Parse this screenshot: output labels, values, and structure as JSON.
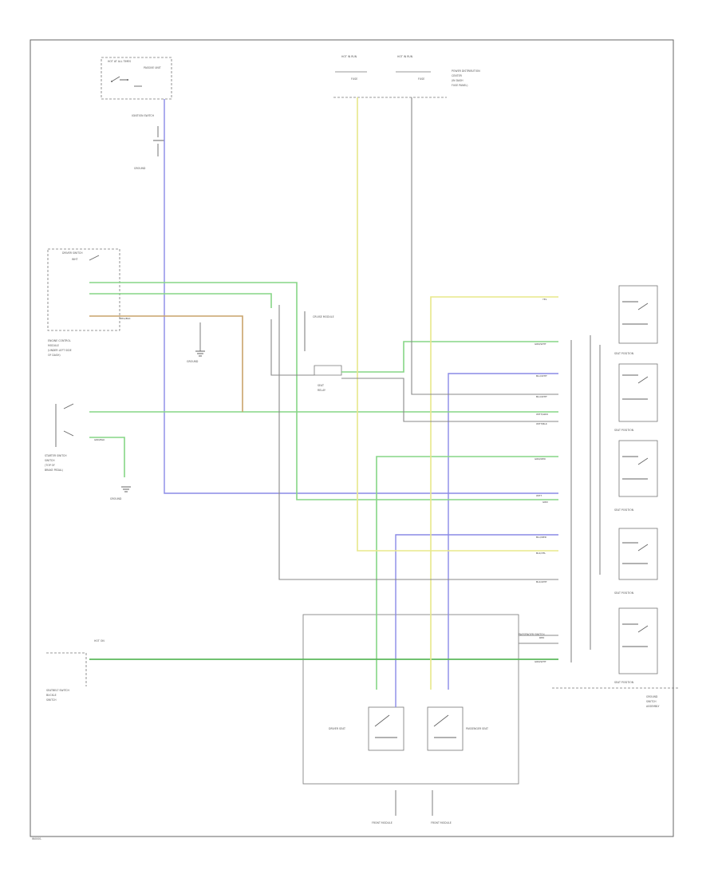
{
  "diagram": {
    "footer_code": "W0000-"
  },
  "components": {
    "hot_run": "HOT AT ALL TIMES",
    "passive_unit": "PASSIVE UNIT",
    "hot_run2": "HOT IN RUN",
    "hot_run3": "HOT IN RUN",
    "right_block": "POWER DISTRIBUTION",
    "driver_switch": "DRIVER SWITCH",
    "ignition_switch": "IGNITION SWITCH",
    "cruise_module": "CRUISE MODULE",
    "starter_switch": "STARTER SWITCH",
    "ground_right": "GROUND",
    "hot_on": "HOT ON",
    "seatbelt_switch": "SEATBELT SWITCH",
    "pass_switch": "PASSENGER SWITCH",
    "driver_seat": "DRIVER SEAT",
    "pass_seat": "PASSENGER SEAT",
    "seat_position_1": "SEAT POSITION",
    "seat_position_2": "SEAT POSITION",
    "seat_position_3": "SEAT POSITION",
    "seat_position_4": "SEAT POSITION",
    "seat_position_5": "SEAT POSITION",
    "front_module_l": "FRONT MODULE",
    "front_module_r": "FRONT MODULE",
    "ground_lower": "GROUND"
  },
  "wires": {
    "yel": "YEL",
    "grn_wht": "GRN/WHT",
    "blu_wht": "BLU/WHT",
    "blu_wht2": "BLU/WHT",
    "wht_grn": "WHT/GRN",
    "wht_blk": "WHT/BLK",
    "grn_red": "GRN/RED",
    "blu_red": "BLU/RED",
    "grn": "GRN",
    "wht": "WHT",
    "grn_blk": "GRN/BLK",
    "blk_wht": "BLK/WHT",
    "blk_yel": "BLK/YEL",
    "red": "RED",
    "grn_wht2": "GRN/WHT",
    "org_blk": "ORG/BLK"
  }
}
